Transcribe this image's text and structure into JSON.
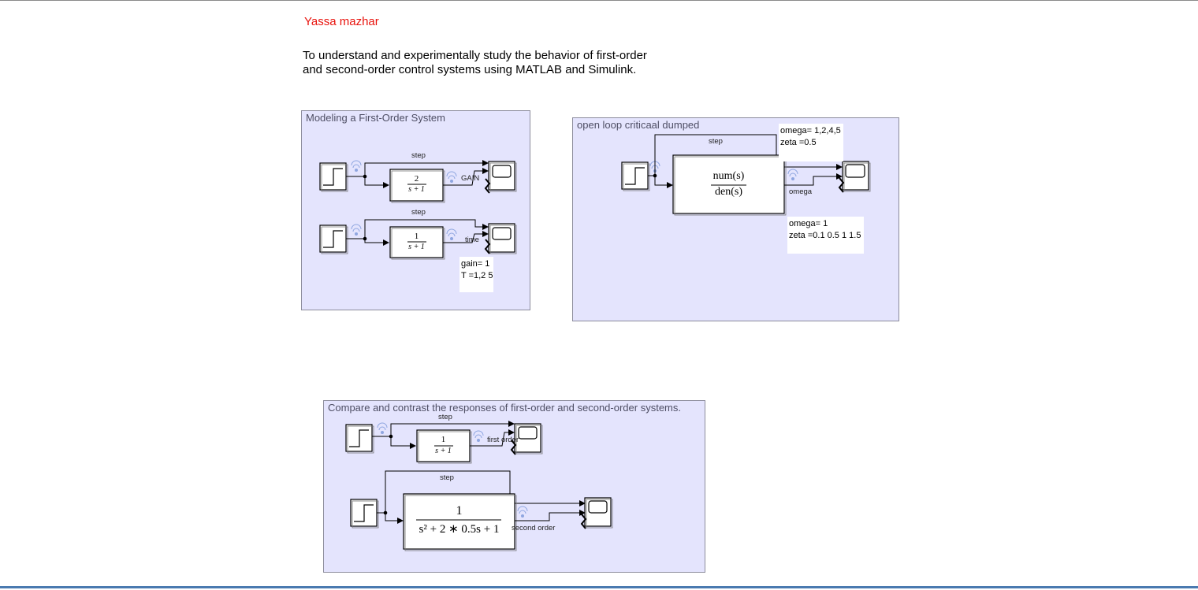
{
  "author": "Yassa mazhar",
  "objective": "To understand and experimentally study the behavior of first-order and second-order control systems using MATLAB and Simulink.",
  "areas": [
    {
      "title": "Modeling a First-Order System",
      "tf1": {
        "num": "2",
        "den": "s + 1"
      },
      "tf2": {
        "num": "1",
        "den": "s + 1"
      },
      "labels": {
        "step_a": "step",
        "gain_sig": "GAIN",
        "step_b": "step",
        "time_sig": "time"
      },
      "note": [
        "gain= 1",
        "T =1,2 5"
      ]
    },
    {
      "title": "open loop criticaal dumped",
      "tf": {
        "num": "num(s)",
        "den": "den(s)"
      },
      "labels": {
        "step": "step",
        "omega_sig": "omega"
      },
      "note_top": [
        "omega= 1,2,4,5",
        "zeta =0.5"
      ],
      "note_bottom": [
        "omega= 1",
        "zeta =0.1 0.5 1 1.5"
      ]
    },
    {
      "title": "Compare and contrast the responses of first-order and second-order systems.",
      "tf1": {
        "num": "1",
        "den": "s + 1"
      },
      "tf2": {
        "num": "1",
        "den": "s² + 2 ∗ 0.5s + 1"
      },
      "labels": {
        "step_a": "step",
        "first_sig": "first order",
        "step_b": "step",
        "second_sig": "second order"
      }
    }
  ],
  "colors": {
    "area_bg": "#e4e4fd",
    "author": "#e8120c",
    "signal_icon": "#8fa6e0"
  }
}
